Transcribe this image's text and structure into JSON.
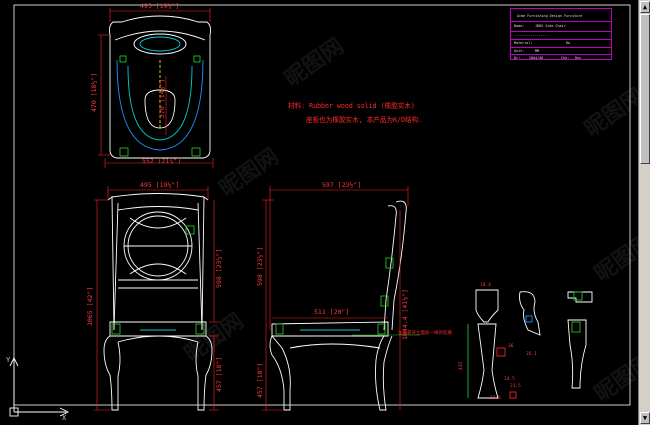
{
  "title_block": {
    "company": "Acme Furnishing Design Furniture",
    "name_label": "Name:",
    "name_value": "JB65 Side Chair",
    "row3": "----------------",
    "material_label": "Material:",
    "material_value": "Rw",
    "unit_label": "Unit:",
    "unit_value": "MM",
    "drawn_label": "Dr:",
    "drawn_value": "2004/00",
    "checked_label": "Chk:",
    "checked_value": "Rev"
  },
  "notes": {
    "line1": "材料: Rubber wood solid (橡胶实木)",
    "line2": "座板也为橡胶实木, 本产品为K/D结构.",
    "callout": "左右靠背立面处一样的轮廓"
  },
  "dimensions": {
    "top_width": "495 [19¼\"]",
    "top_depth_left": "470 [18½\"]",
    "top_inner_depth": "370 [14½\"]",
    "top_bottom_width": "552 [21¾\"]",
    "front_width": "495 [19¼\"]",
    "side_depth": "597 [23½\"]",
    "front_height": "1065 [42\"]",
    "front_back_height": "598 [23½\"]",
    "front_seat_height": "457 [18\"]",
    "side_back_height": "598 [23½\"]",
    "side_seat_height": "457 [18\"]",
    "side_seat_depth": "511 [20\"]",
    "side_total": "1044.4 [41⅛\"]",
    "detail_a": "435",
    "detail_b": "36",
    "detail_c": "21.5",
    "detail_d": "14.5",
    "detail_e": "16.5",
    "detail_f": "35.1",
    "detail_g": "18.4"
  },
  "ucs": {
    "y_label": "Y",
    "x_label": "X"
  },
  "watermarks": [
    "昵图网",
    "昵图网",
    "昵图网",
    "昵图网",
    "昵图网",
    "昵图网"
  ],
  "colors": {
    "background": "#000000",
    "outline": "#ffffff",
    "dimension": "#ff2020",
    "accent_blue": "#1e90ff",
    "accent_cyan": "#00d0d0",
    "accent_green": "#20c020",
    "accent_yellow": "#e0e000",
    "title_border": "#c000c0"
  }
}
